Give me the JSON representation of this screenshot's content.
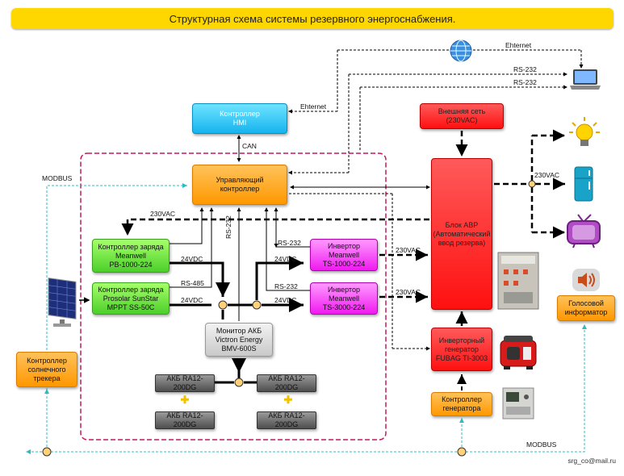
{
  "title": "Структурная схема системы резервного энергоснабжения.",
  "blocks": {
    "hmi": "Контроллер\nHMI",
    "controller": "Управляющий\nконтроллер",
    "cc1": "Контроллер заряда\nMeanwell\nPB-1000-224",
    "cc2": "Контроллер заряда\nProsolar SunStar\nMPPT SS-50C",
    "inv1": "Инвертор\nMeanwell\nTS-1000-224",
    "inv2": "Инвертор\nMeanwell\nTS-3000-224",
    "monitor": "Монитор АКБ\nVictron Energy\nBMV-600S",
    "battery": "АКБ RA12-200DG",
    "grid": "Внешняя сеть\n(230VAC)",
    "ats": "Блок АВР\n(Автоматический\nввод резерва)",
    "generator": "Инверторный\nгенератор\nFUBAG TI-3003",
    "gen_controller": "Контроллер\nгенератора",
    "solar_controller": "Контроллер\nсолнечного\nтрекера",
    "voice": "Голосовой\nинформатор"
  },
  "labels": {
    "ethernet_top": "Ehternet",
    "ethernet_hmi": "Ehternet",
    "rs232_a": "RS-232",
    "rs232_b": "RS-232",
    "can": "CAN",
    "modbus_left": "MODBUS",
    "modbus_bottom": "MODBUS",
    "vac_ats_left": "230VAC",
    "vac_out": "230VAC",
    "vac_inv1": "230VAC",
    "vac_inv2": "230VAC",
    "dc_cc1": "24VDC",
    "dc_cc2": "24VDC",
    "dc_inv1": "24VDC",
    "dc_inv2": "24VDC",
    "rs485": "RS-485",
    "rs232_monitor": "RS-232",
    "rs232_inv1": "RS-232",
    "rs232_inv2": "RS-232",
    "credit": "srg_co@mail.ru"
  },
  "icons": [
    "globe-icon",
    "laptop-icon",
    "lightbulb-icon",
    "refrigerator-icon",
    "tv-icon",
    "speaker-icon",
    "solar-panel-icon",
    "generator-icon",
    "switch-panel-icon",
    "control-panel-icon"
  ]
}
